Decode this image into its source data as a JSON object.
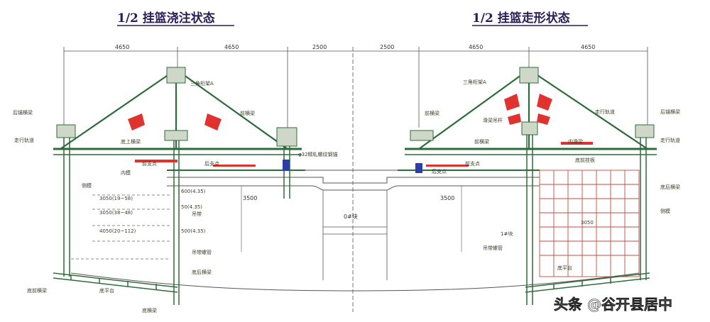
{
  "titles": {
    "left": "1/2 挂篮浇注状态",
    "right": "1/2 挂篮走形状态"
  },
  "dimensions": {
    "left": [
      "4650",
      "4650",
      "2500"
    ],
    "right": [
      "2500",
      "4650",
      "4650"
    ],
    "len_left": "3500",
    "len_right": "3500",
    "mid_left": [
      "3050(19~58)",
      "3050(38~48)",
      "4050(20~112)"
    ],
    "small_left": [
      "600(4.35)",
      "50(4.35)",
      "500(4.35)"
    ],
    "center": "0#块",
    "right_mid": "3050"
  },
  "labels": {
    "left": {
      "rear_anchor": "后锚横梁",
      "truss": "三角桁架A",
      "front_beam": "前横梁",
      "top_beam": "底上横梁",
      "walk_rail": "走行轨道",
      "front_support": "前支点",
      "rear_support": "后支点",
      "anchor_rod": "φ32精轧螺纹钢锚",
      "inner_mold": "内模",
      "side_mold": "侧模",
      "hang_rod": "吊带",
      "bottom_front": "底前横梁",
      "bottom_rear": "底后横梁",
      "bottom_platform": "底平台",
      "ext": "底横梁",
      "pipe": "吊带螺管"
    },
    "right": {
      "rear_anchor": "后锚横梁",
      "truss": "三角桁架A",
      "walk_rail": "走行轨道",
      "front_support": "前支点",
      "rear_support": "后支点",
      "front_beam": "前横梁",
      "hanger": "滑梁吊杆",
      "ext": "前横梁",
      "side": "底前挂板",
      "front_hang": "底后横梁",
      "hang_rod": "吊带螺管",
      "block": "1#块",
      "side_mold": "侧模",
      "bottom_platform": "底平台",
      "inner_rail": "内滑梁",
      "walk_rail2": "走行轨道"
    }
  },
  "watermark": "头条 @谷开县居中"
}
